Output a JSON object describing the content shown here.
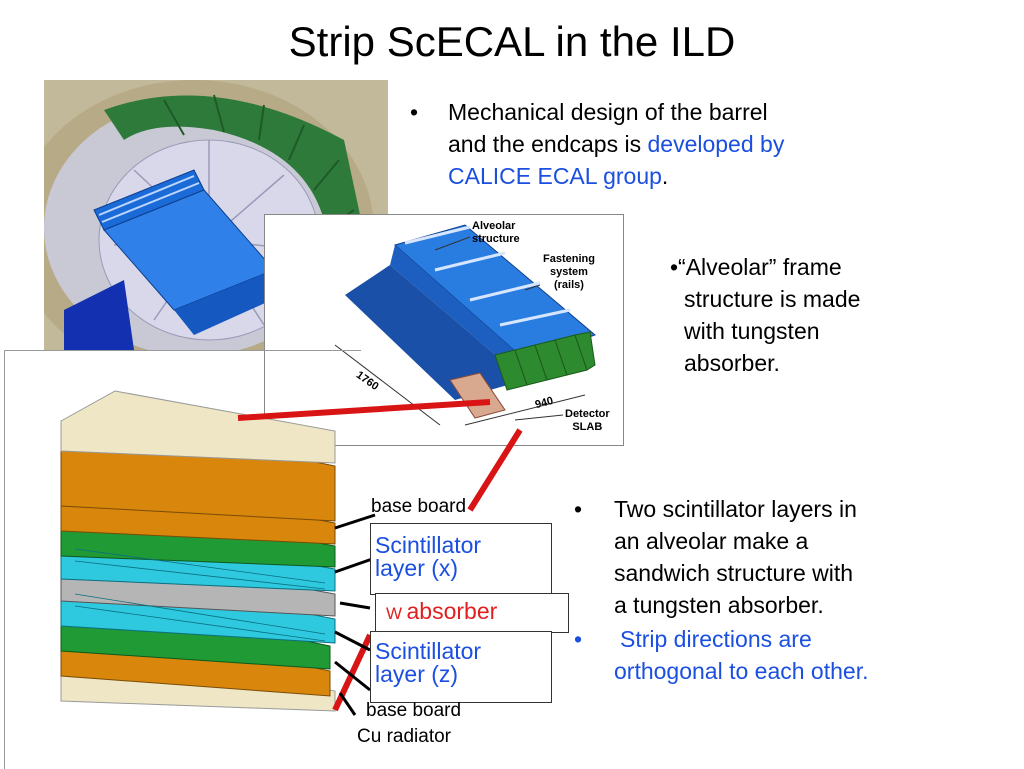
{
  "slide": {
    "title": "Strip ScECAL in the ILD",
    "bullet1": {
      "marker": "•",
      "line1": "Mechanical design of the barrel",
      "line2_a": "and the endcaps is ",
      "line2_b": "developed by",
      "line3_a": "CALICE ECAL group",
      "line3_b": "."
    },
    "bullet2": {
      "lines": [
        "•“Alveolar” frame",
        "structure is made",
        "with tungsten",
        "absorber."
      ]
    },
    "bullet3": {
      "marker": "•",
      "lines": [
        "Two scintillator layers in",
        "an alveolar make a",
        "sandwich structure with",
        "a tungsten absorber."
      ]
    },
    "bullet4": {
      "marker": "•",
      "lines": [
        "Strip directions are",
        "orthogonal to each other."
      ]
    }
  },
  "figure_alveolar": {
    "alveolar_structure": [
      "Alveolar",
      "structure"
    ],
    "fastening": [
      "Fastening",
      "system",
      "(rails)"
    ],
    "dim_1760": "1760",
    "dim_940": "940",
    "detector_slab": [
      "Detector",
      "SLAB"
    ]
  },
  "layer_labels": {
    "base_board_top": "base board",
    "scint_x": [
      "Scintillator",
      "layer (x)"
    ],
    "w_prefix": "W",
    "w_absorber": "absorber",
    "scint_z": [
      "Scintillator",
      "layer (z)"
    ],
    "base_board_bottom": "base board",
    "cu_radiator": "Cu radiator"
  },
  "colors": {
    "accent_blue": "#1a4fe0",
    "accent_red": "#e02020",
    "connector_red": "#d81414",
    "layer_orange": "#d8860c",
    "layer_green": "#1f9a35",
    "layer_cyan": "#2ec8df",
    "layer_gray": "#b5b5b5"
  }
}
